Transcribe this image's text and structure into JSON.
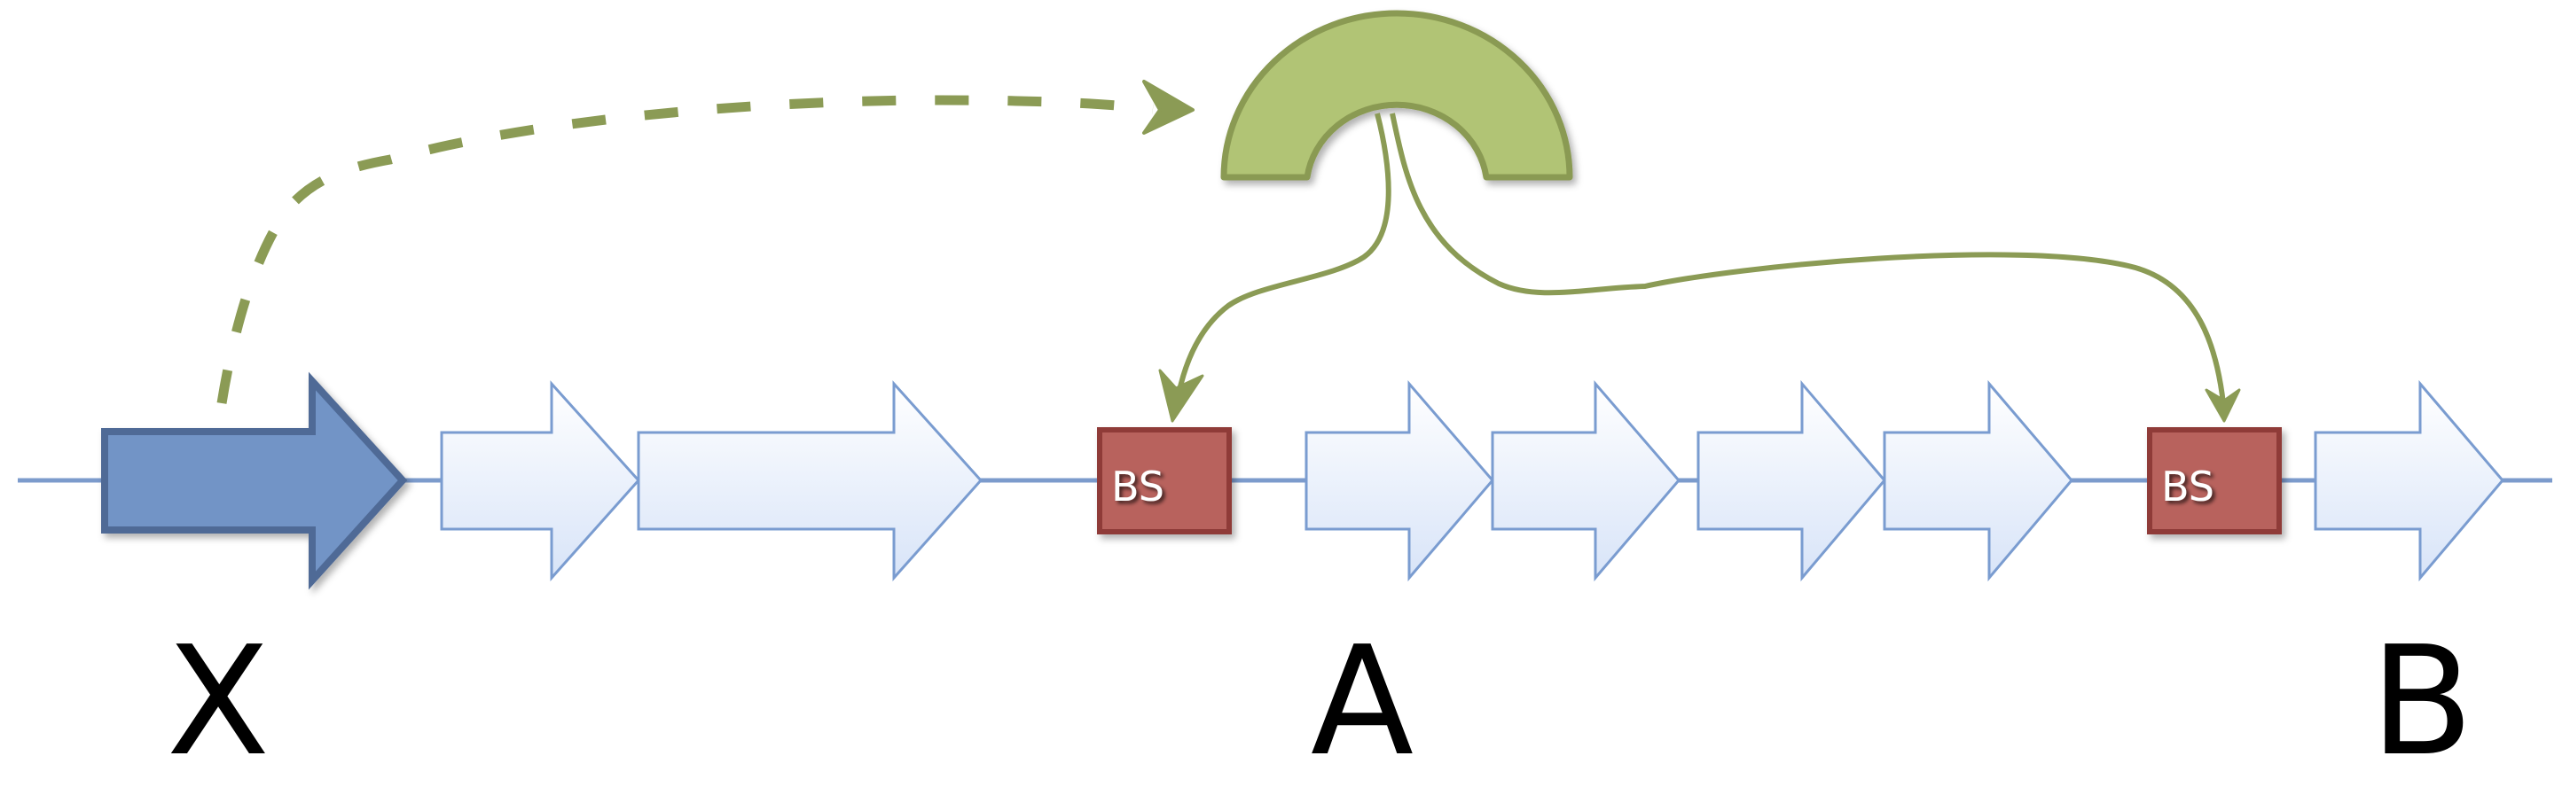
{
  "colors": {
    "dna_line": "#7c9bcc",
    "regulator_gene_fill": "#7294c6",
    "regulator_gene_stroke": "#4f6a96",
    "gene_fill_top": "#ffffff",
    "gene_fill_bottom": "#d8e4f8",
    "gene_stroke": "#7a9cd0",
    "binding_site_fill": "#b8625d",
    "binding_site_stroke": "#8f3b38",
    "protein_fill": "#b1c475",
    "protein_stroke": "#8a9a52",
    "arrow_color": "#8b9b55"
  },
  "binding_sites": [
    {
      "label": "BS"
    },
    {
      "label": "BS"
    }
  ],
  "gene_labels": [
    {
      "label": "X"
    },
    {
      "label": "A"
    },
    {
      "label": "B"
    }
  ]
}
